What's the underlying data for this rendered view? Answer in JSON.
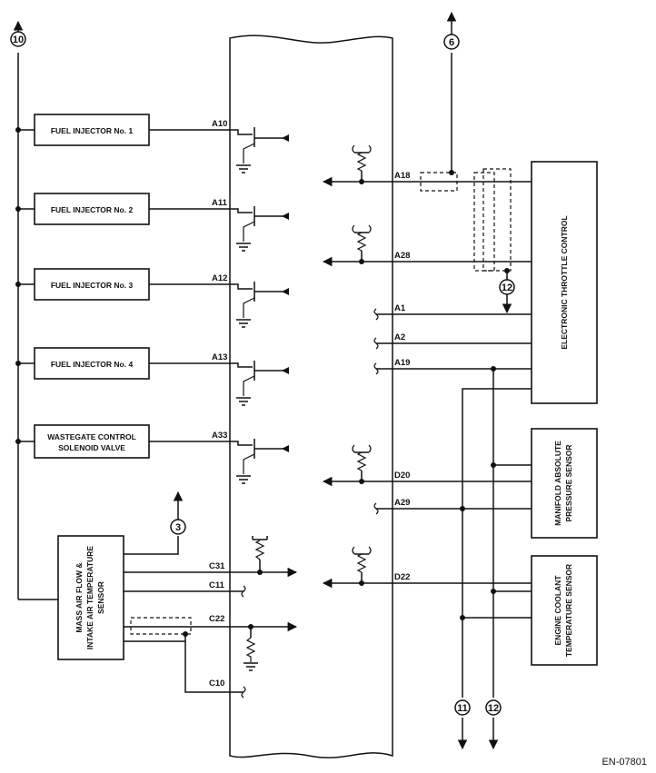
{
  "components": {
    "fuel_injector_1": "FUEL INJECTOR No. 1",
    "fuel_injector_2": "FUEL INJECTOR No. 2",
    "fuel_injector_3": "FUEL INJECTOR No. 3",
    "fuel_injector_4": "FUEL INJECTOR No. 4",
    "wastegate_line1": "WASTEGATE CONTROL",
    "wastegate_line2": "SOLENOID VALVE",
    "maf_line1": "MASS AIR FLOW &",
    "maf_line2": "INTAKE AIR TEMPERATURE",
    "maf_line3": "SENSOR",
    "etc": "ELECTRONIC THROTTLE CONTROL",
    "map_line1": "MANIFOLD ABSOLUTE",
    "map_line2": "PRESSURE SENSOR",
    "ect_line1": "ENGINE COOLANT",
    "ect_line2": "TEMPERATURE SENSOR"
  },
  "pins": {
    "a10": "A10",
    "a11": "A11",
    "a12": "A12",
    "a13": "A13",
    "a33": "A33",
    "c31": "C31",
    "c11": "C11",
    "c22": "C22",
    "c10": "C10",
    "a18": "A18",
    "a28": "A28",
    "a1": "A1",
    "a2": "A2",
    "a19": "A19",
    "d20": "D20",
    "a29": "A29",
    "d22": "D22"
  },
  "connectors": {
    "c10": "10",
    "c6": "6",
    "c12_top": "12",
    "c3": "3",
    "c11": "11",
    "c12_bottom": "12"
  },
  "figure_id": "EN-07801"
}
